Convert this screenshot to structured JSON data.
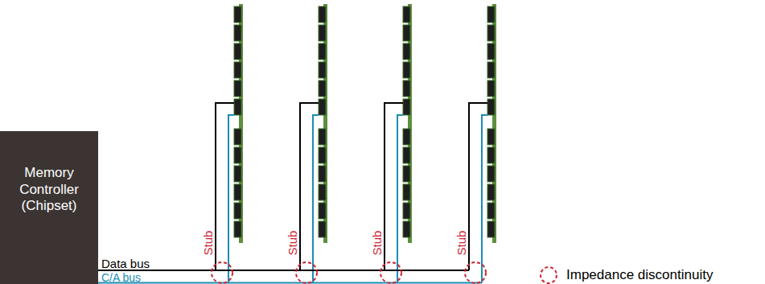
{
  "diagram": {
    "nodes": [
      {
        "text": [
          "Memory Controller (Chipset)"
        ]
      }
    ],
    "labels": [
      "Data bus",
      "C/A bus",
      "Stub",
      "Stub",
      "Stub",
      "Stub"
    ],
    "legend": [
      {
        "text": "Impedance discontinuity"
      }
    ]
  }
}
